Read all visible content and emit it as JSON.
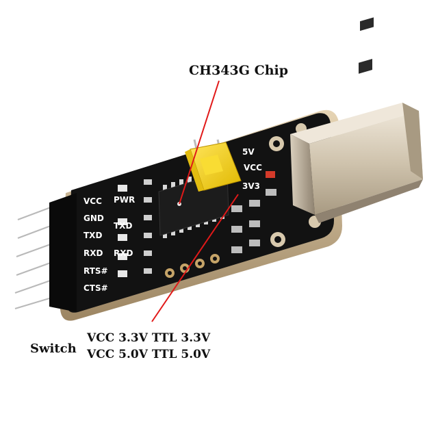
{
  "annotations": {
    "chip_label": "CH343G Chip",
    "switch_label": "Switch",
    "mode_3v3": "VCC 3.3V TTL 3.3V",
    "mode_5v0": "VCC 5.0V TTL 5.0V"
  },
  "board": {
    "pin_labels": [
      "VCC",
      "GND",
      "TXD",
      "RXD",
      "RTS#",
      "CTS#"
    ],
    "led_labels": [
      "PWR",
      "TXD",
      "RXD"
    ],
    "jumper_labels": [
      "5V",
      "VCC",
      "3V3"
    ]
  },
  "colors": {
    "annotation_line": "#e11919",
    "pcb": "#111111",
    "pcb_edge": "#c9b08a",
    "jumper": "#f5d21a",
    "usb_metal": "#c8bca8"
  }
}
